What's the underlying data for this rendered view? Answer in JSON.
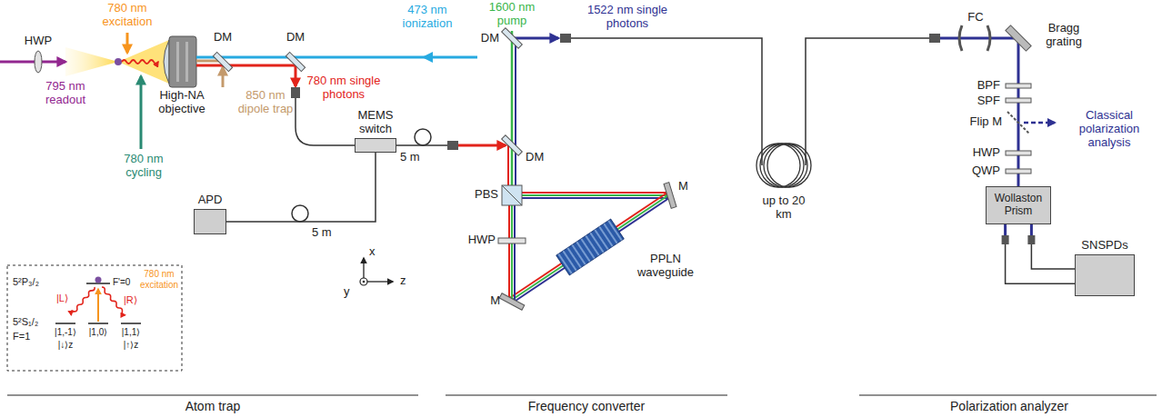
{
  "diagram": {
    "nodes": [
      {
        "text": [
          "MEMS switch"
        ]
      },
      {
        "text": [
          "APD"
        ]
      },
      {
        "text": [
          "Wollaston Prism"
        ]
      },
      {
        "text": [
          "SNSPDs"
        ]
      }
    ],
    "edges": [
      {
        "from": 0,
        "to": 1,
        "arrow": "none"
      },
      {
        "from": 2,
        "to": 3,
        "arrow": "none"
      },
      {
        "from": 2,
        "to": 3,
        "arrow": "none"
      }
    ],
    "labels": [
      "780 nm excitation",
      "HWP",
      "795 nm readout",
      "780 nm cycling",
      "High-NA objective",
      "850 nm dipole trap",
      "DM",
      "DM",
      "473 nm ionization",
      "780 nm single photons",
      "5 m",
      "5 m",
      "x",
      "y",
      "z",
      "1600 nm pump",
      "1522 nm single photons",
      "DM",
      "DM",
      "PBS",
      "HWP",
      "M",
      "PPLN waveguide",
      "M",
      "up to 20 km",
      "FC",
      "Bragg grating",
      "BPF",
      "SPF",
      "Flip M",
      "Classical polarization analysis",
      "HWP",
      "QWP",
      "5²P₃/₂",
      "F'=0",
      "780 nm excitation",
      "|L⟩",
      "|R⟩",
      "5²S₁/₂",
      "F=1",
      "|1,-1⟩",
      "|1,0⟩",
      "|1,1⟩",
      "|↓⟩z",
      "|↑⟩z",
      "Atom trap",
      "Frequency converter",
      "Polarization analyzer"
    ]
  }
}
